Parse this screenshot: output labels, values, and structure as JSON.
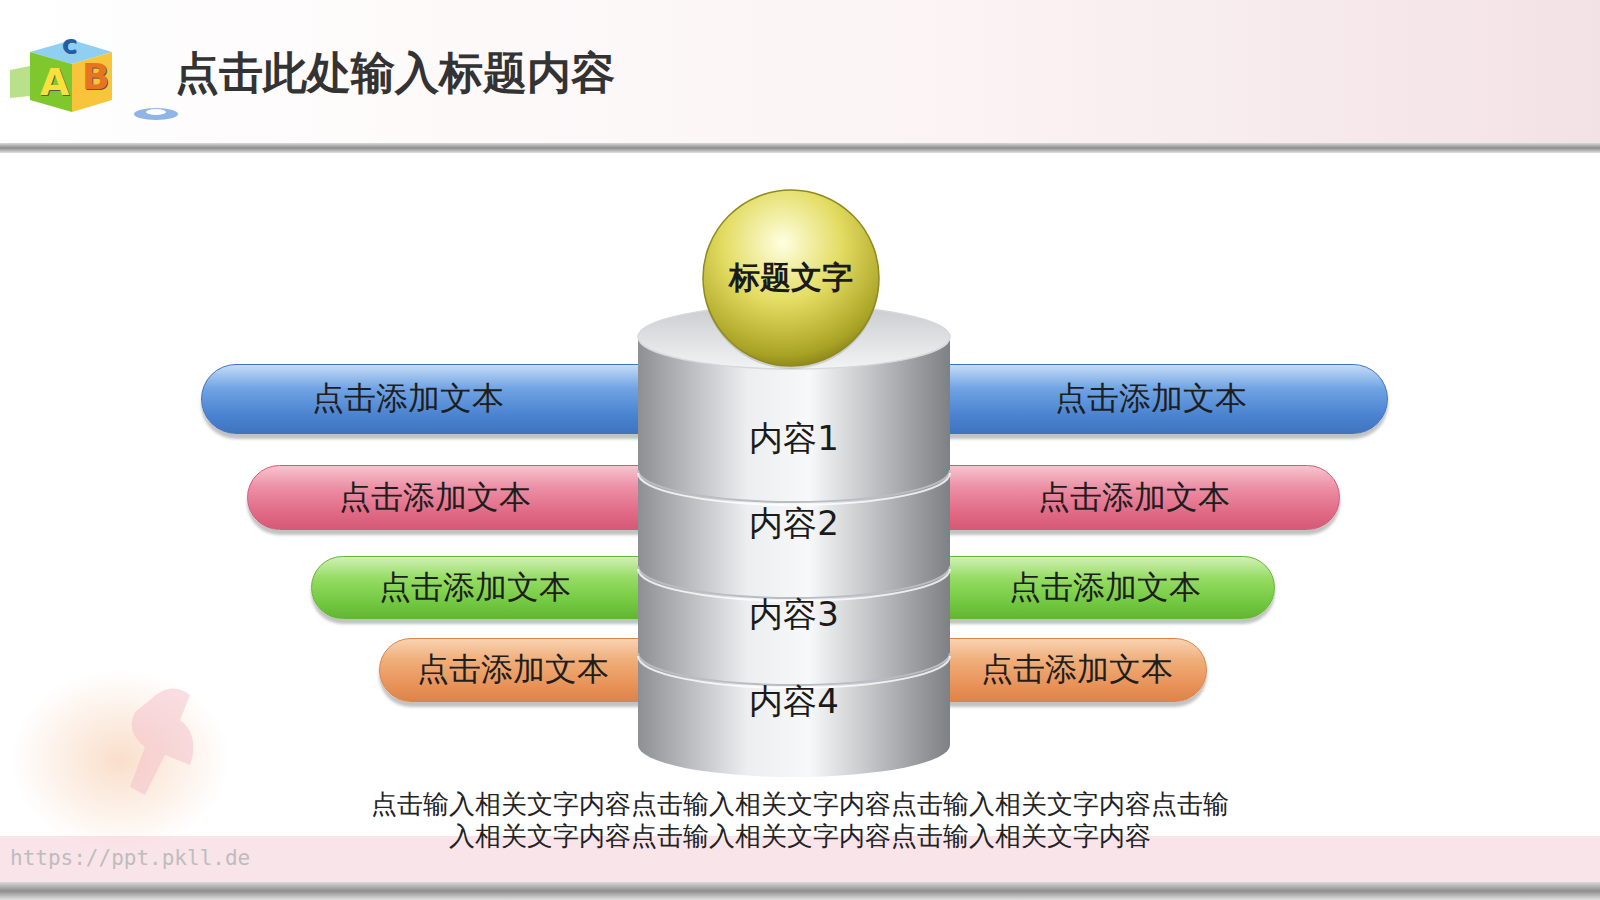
{
  "diagram": {
    "title": "点击此处输入标题内容",
    "caption": "点击输入相关文字内容点击输入相关文字内容点击输入相关文字内容点击输入相关文字内容点击输入相关文字内容点击输入相关文字内容",
    "nodes": [
      {
        "text": [
          "标题文字"
        ]
      },
      {
        "text": [
          "点击添加文本"
        ]
      },
      {
        "text": [
          "内容1"
        ]
      },
      {
        "text": [
          "点击添加文本"
        ]
      },
      {
        "text": [
          "点击添加文本"
        ]
      },
      {
        "text": [
          "内容2"
        ]
      },
      {
        "text": [
          "点击添加文本"
        ]
      },
      {
        "text": [
          "点击添加文本"
        ]
      },
      {
        "text": [
          "内容3"
        ]
      },
      {
        "text": [
          "点击添加文本"
        ]
      },
      {
        "text": [
          "点击添加文本"
        ]
      },
      {
        "text": [
          "内容4"
        ]
      },
      {
        "text": [
          "点击添加文本"
        ]
      }
    ],
    "labels": [
      "C",
      "A",
      "B",
      "https://ppt.pkll.de"
    ]
  }
}
